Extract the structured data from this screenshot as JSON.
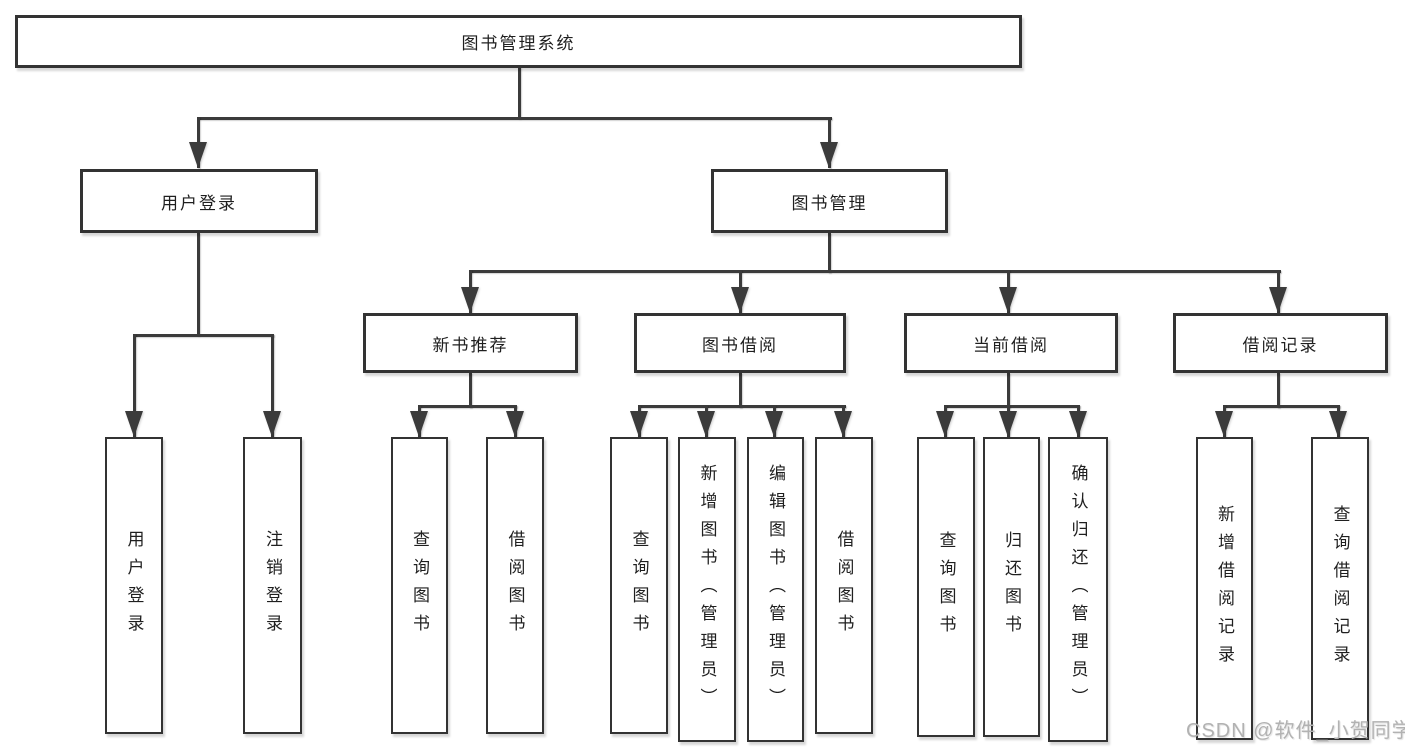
{
  "diagram": {
    "root": {
      "label": "图书管理系统"
    },
    "user_login": {
      "label": "用户登录",
      "children": [
        {
          "label": "用户登录"
        },
        {
          "label": "注销登录"
        }
      ]
    },
    "book_mgmt": {
      "label": "图书管理",
      "children": [
        {
          "label": "新书推荐",
          "children": [
            {
              "label": "查询图书"
            },
            {
              "label": "借阅图书"
            }
          ]
        },
        {
          "label": "图书借阅",
          "children": [
            {
              "label": "查询图书"
            },
            {
              "label": "新增图书（管理员）"
            },
            {
              "label": "编辑图书（管理员）"
            },
            {
              "label": "借阅图书"
            }
          ]
        },
        {
          "label": "当前借阅",
          "children": [
            {
              "label": "查询图书"
            },
            {
              "label": "归还图书"
            },
            {
              "label": "确认归还（管理员）"
            }
          ]
        },
        {
          "label": "借阅记录",
          "children": [
            {
              "label": "新增借阅记录"
            },
            {
              "label": "查询借阅记录"
            }
          ]
        }
      ]
    }
  },
  "watermark": "CSDN @软件_小贺同学",
  "colors": {
    "line": "#3b3b3b",
    "box_border": "#333333",
    "text": "#1f1f1f",
    "watermark": "#b2b2b2",
    "background": "#ffffff"
  }
}
